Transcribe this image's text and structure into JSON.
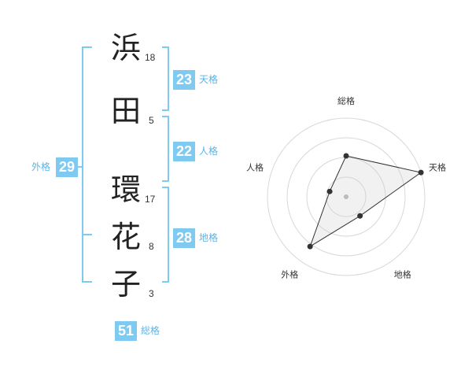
{
  "name_chars": [
    {
      "char": "浜",
      "strokes": "18"
    },
    {
      "char": "田",
      "strokes": "5"
    },
    {
      "char": "環",
      "strokes": "17"
    },
    {
      "char": "花",
      "strokes": "8"
    },
    {
      "char": "子",
      "strokes": "3"
    }
  ],
  "kakusu": {
    "tenkaku": {
      "value": "23",
      "label": "天格"
    },
    "jinkaku": {
      "value": "22",
      "label": "人格"
    },
    "chikaku": {
      "value": "28",
      "label": "地格"
    },
    "gaikaku": {
      "value": "29",
      "label": "外格"
    },
    "soukaku": {
      "value": "51",
      "label": "総格"
    }
  },
  "colors": {
    "accent": "#7fcaf0",
    "bracket": "#7fcaf0",
    "label": "#5ab4e6"
  },
  "chart_data": {
    "type": "radar",
    "axes": [
      "総格",
      "天格",
      "地格",
      "外格",
      "人格"
    ],
    "values": [
      0.52,
      1.0,
      0.3,
      0.78,
      0.22
    ],
    "rings": 4
  }
}
